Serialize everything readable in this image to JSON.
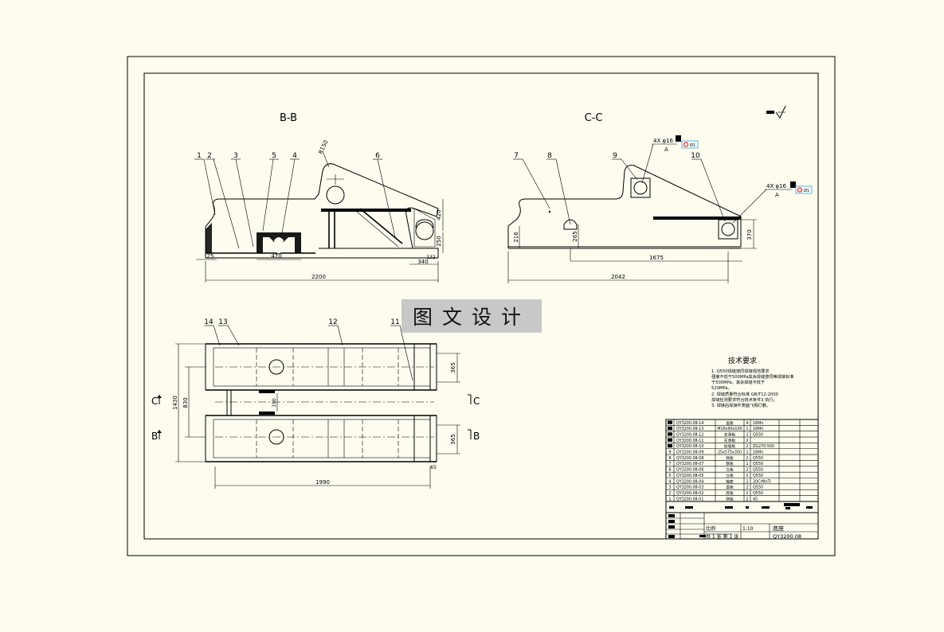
{
  "colors": {
    "background": "#fdfcef",
    "line": "#000000",
    "highlight": "#ff3b3b",
    "watermark_bg": "#c8c8c8"
  },
  "views": {
    "bb": {
      "title": "B-B",
      "radius": "R150",
      "callouts": [
        "1",
        "2",
        "3",
        "5",
        "4",
        "6"
      ],
      "dims": {
        "d25": "25",
        "d470": "470",
        "d340": "340",
        "d132": "132",
        "d420": "420",
        "d250": "250",
        "d2200": "2200"
      }
    },
    "cc": {
      "title": "C-C",
      "callouts": [
        "7",
        "8",
        "9",
        "10"
      ],
      "hole_note_1": "4X φ16",
      "hole_note_2": "4X φ16",
      "tol_1": "Ø1",
      "tol_2": "Ø1",
      "ref_1": "A",
      "ref_2": "A",
      "dims": {
        "d216": "216",
        "d265": "265",
        "d370": "370",
        "d1675": "1675",
        "d2042": "2042"
      }
    },
    "plan": {
      "callouts": [
        "14",
        "13",
        "12",
        "11"
      ],
      "dims": {
        "d1430": "1430",
        "d830": "830",
        "d365a": "365",
        "d365b": "365",
        "d190": "190",
        "d1990": "1990",
        "d65": "65"
      },
      "section_c": "C",
      "section_b": "B"
    }
  },
  "watermark": "图文设计",
  "tech": {
    "title": "技术要求",
    "lines": [
      "1. Q550焊缝按同焊接规范要求",
      "强度不低于500MPa其余焊缝按同等焊接标准",
      "于500MPa。其余焊缝不低于",
      "520MPa。",
      "2. 焊缝质量符合标准 GB/T12-2000",
      "焊缝检测要求符合技术条件3 执行。",
      "3. 焊接后焊接件表面飞溅打磨。"
    ]
  },
  "bom": [
    {
      "no": "",
      "code": "QY3200.08-14",
      "name": "盖板",
      "qty": "4",
      "mat": "16Mn"
    },
    {
      "no": "",
      "code": "QY3200.08-13",
      "name": "M16x90x100",
      "qty": "1",
      "mat": "16Mn"
    },
    {
      "no": "",
      "code": "QY3200.08-12",
      "name": "支承板",
      "qty": "2",
      "mat": "Q550"
    },
    {
      "no": "",
      "code": "QY3200.08-11",
      "name": "支承板",
      "qty": "2",
      "mat": ""
    },
    {
      "no": "",
      "code": "QY3200.08-10",
      "name": "加强板",
      "qty": "2",
      "mat": "ZG270-500"
    },
    {
      "no": "9",
      "code": "QY3200.08-09",
      "name": "25x575x350",
      "qty": "1",
      "mat": "16Mn"
    },
    {
      "no": "8",
      "code": "QY3200.08-08",
      "name": "侧板",
      "qty": "2",
      "mat": "Q550"
    },
    {
      "no": "7",
      "code": "QY3200.08-07",
      "name": "筋板",
      "qty": "1",
      "mat": "Q550"
    },
    {
      "no": "6",
      "code": "QY3200.08-06",
      "name": "立板",
      "qty": "2",
      "mat": "Q550"
    },
    {
      "no": "5",
      "code": "QY3200.08-05",
      "name": "立板",
      "qty": "2",
      "mat": "Q550"
    },
    {
      "no": "4",
      "code": "QY3200.08-04",
      "name": "轴套",
      "qty": "2",
      "mat": "20CrMnTi"
    },
    {
      "no": "3",
      "code": "QY3200.08-03",
      "name": "盖板",
      "qty": "2",
      "mat": "Q550"
    },
    {
      "no": "2",
      "code": "QY3200.08-02",
      "name": "底板",
      "qty": "2",
      "mat": "Q550"
    },
    {
      "no": "1",
      "code": "QY3200.08-01",
      "name": "侧板",
      "qty": "2",
      "mat": "45"
    }
  ],
  "title_block": {
    "scale_label": "比例",
    "scale": "1:10",
    "part_name": "底座",
    "sheets": "共 1 张  第 1 张",
    "drawing_no": "QY3200.08"
  }
}
